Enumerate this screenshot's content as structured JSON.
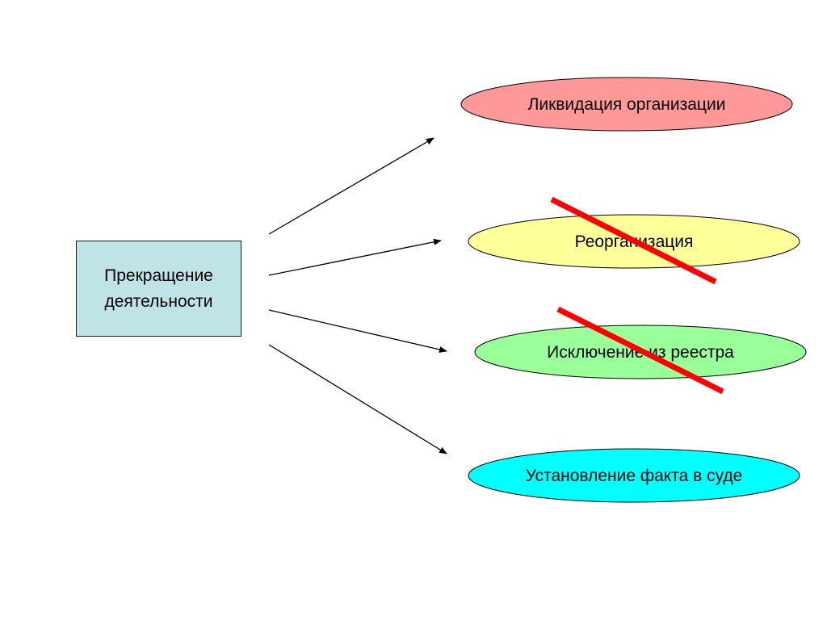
{
  "source": {
    "label_line1": "Прекращение",
    "label_line2": "деятельности",
    "fill": "#bfe3e6"
  },
  "targets": [
    {
      "label": "Ликвидация организации",
      "fill": "#ff9999",
      "crossed_out": false
    },
    {
      "label": "Реорганизация",
      "fill": "#ffff99",
      "crossed_out": true
    },
    {
      "label": "Исключение из реестра",
      "fill": "#99ff99",
      "crossed_out": true
    },
    {
      "label": "Установление факта в суде",
      "fill": "#00ffff",
      "crossed_out": false
    }
  ],
  "colors": {
    "arrow": "#000000",
    "strike": "#ff0000",
    "outline": "#000000"
  }
}
